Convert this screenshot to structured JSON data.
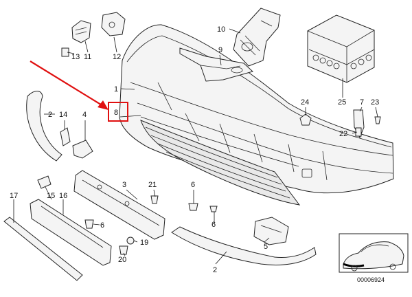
{
  "diagram": {
    "labels": {
      "p1": "1",
      "p2a": "2",
      "p2b": "2",
      "p3": "3",
      "p4": "4",
      "p5": "5",
      "p6a": "6",
      "p6b": "6",
      "p6c": "6",
      "p7": "7",
      "p8": "8",
      "p9": "9",
      "p10": "10",
      "p11": "11",
      "p12": "12",
      "p13": "13",
      "p14": "14",
      "p15": "15",
      "p16": "16",
      "p17": "17",
      "p19": "19",
      "p20": "20",
      "p21": "21",
      "p22": "22",
      "p23": "23",
      "p24": "24",
      "p25": "25"
    },
    "highlighted_part": "8",
    "accent_color": "#e01010",
    "diagram_code": "00006924"
  }
}
